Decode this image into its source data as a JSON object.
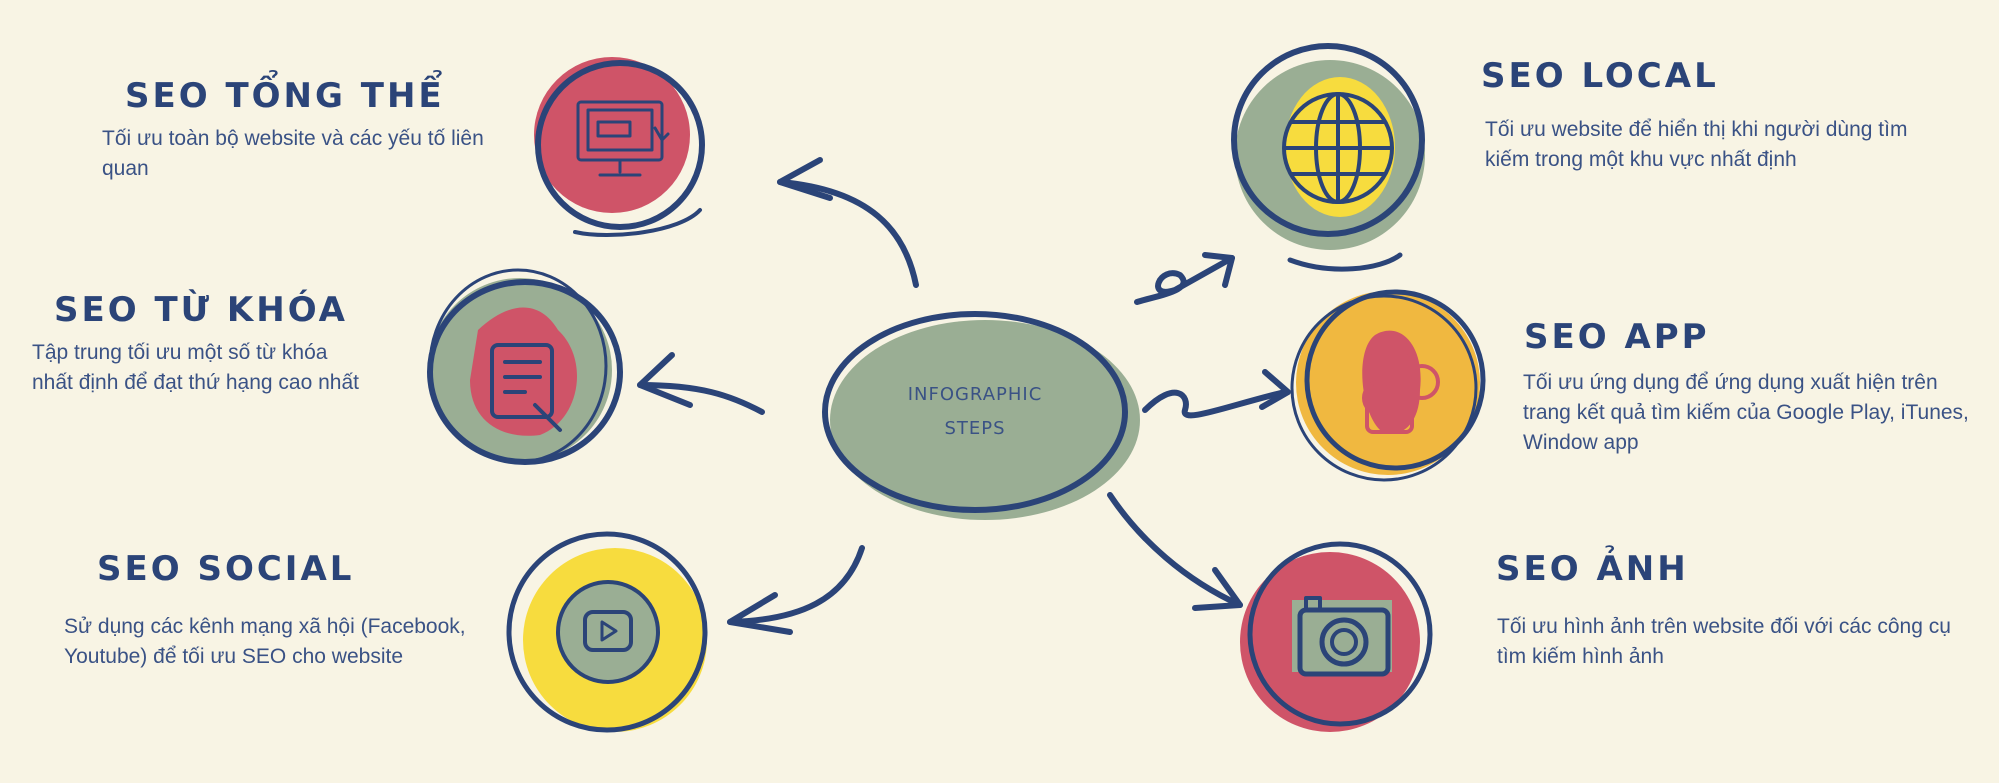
{
  "center": {
    "line1": "INFOGRAPHIC",
    "line2": "STEPS"
  },
  "steps": [
    {
      "title": "SEO TỔNG THỂ",
      "desc": "Tối ưu toàn bộ website và các yếu tố liên quan",
      "icon": "monitor-icon"
    },
    {
      "title": "SEO TỪ KHÓA",
      "desc": "Tập trung tối ưu một số từ khóa nhất định để đạt thứ hạng cao nhất",
      "icon": "document-edit-icon"
    },
    {
      "title": "SEO SOCIAL",
      "desc": "Sử dụng các kênh mạng xã hội (Facebook, Youtube) để tối ưu SEO cho website",
      "icon": "video-play-icon"
    },
    {
      "title": "SEO LOCAL",
      "desc": "Tối ưu website để hiển thị khi người dùng tìm kiếm trong một khu vực nhất định",
      "icon": "globe-icon"
    },
    {
      "title": "SEO APP",
      "desc": "Tối ưu ứng dụng để ứng dụng xuất hiện trên trang kết quả tìm kiếm của Google Play, iTunes, Window app",
      "icon": "smartphone-hearts-icon"
    },
    {
      "title": "SEO ẢNH",
      "desc": "Tối ưu hình ảnh trên website đối với các công cụ tìm kiếm hình ảnh",
      "icon": "camera-icon"
    }
  ],
  "colors": {
    "background": "#f8f4e4",
    "navy": "#2b4478",
    "red": "#cf5468",
    "green": "#9aae94",
    "yellow": "#f7dc3e",
    "orange": "#f0b840"
  }
}
